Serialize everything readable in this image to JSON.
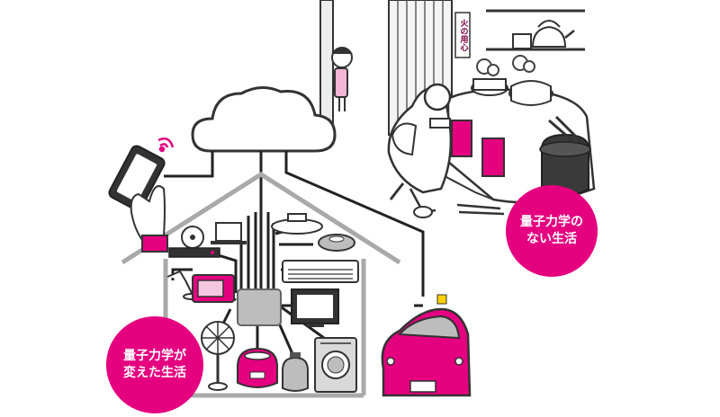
{
  "labels": {
    "modern_life": "量子力学が\n変えた生活",
    "old_life": "量子力学の\nない生活",
    "fire_sign": "火の用心"
  },
  "colors": {
    "accent": "#e4007f",
    "line": "#333333",
    "grey": "#a9a9a9",
    "light_grey": "#d9d9d9"
  }
}
